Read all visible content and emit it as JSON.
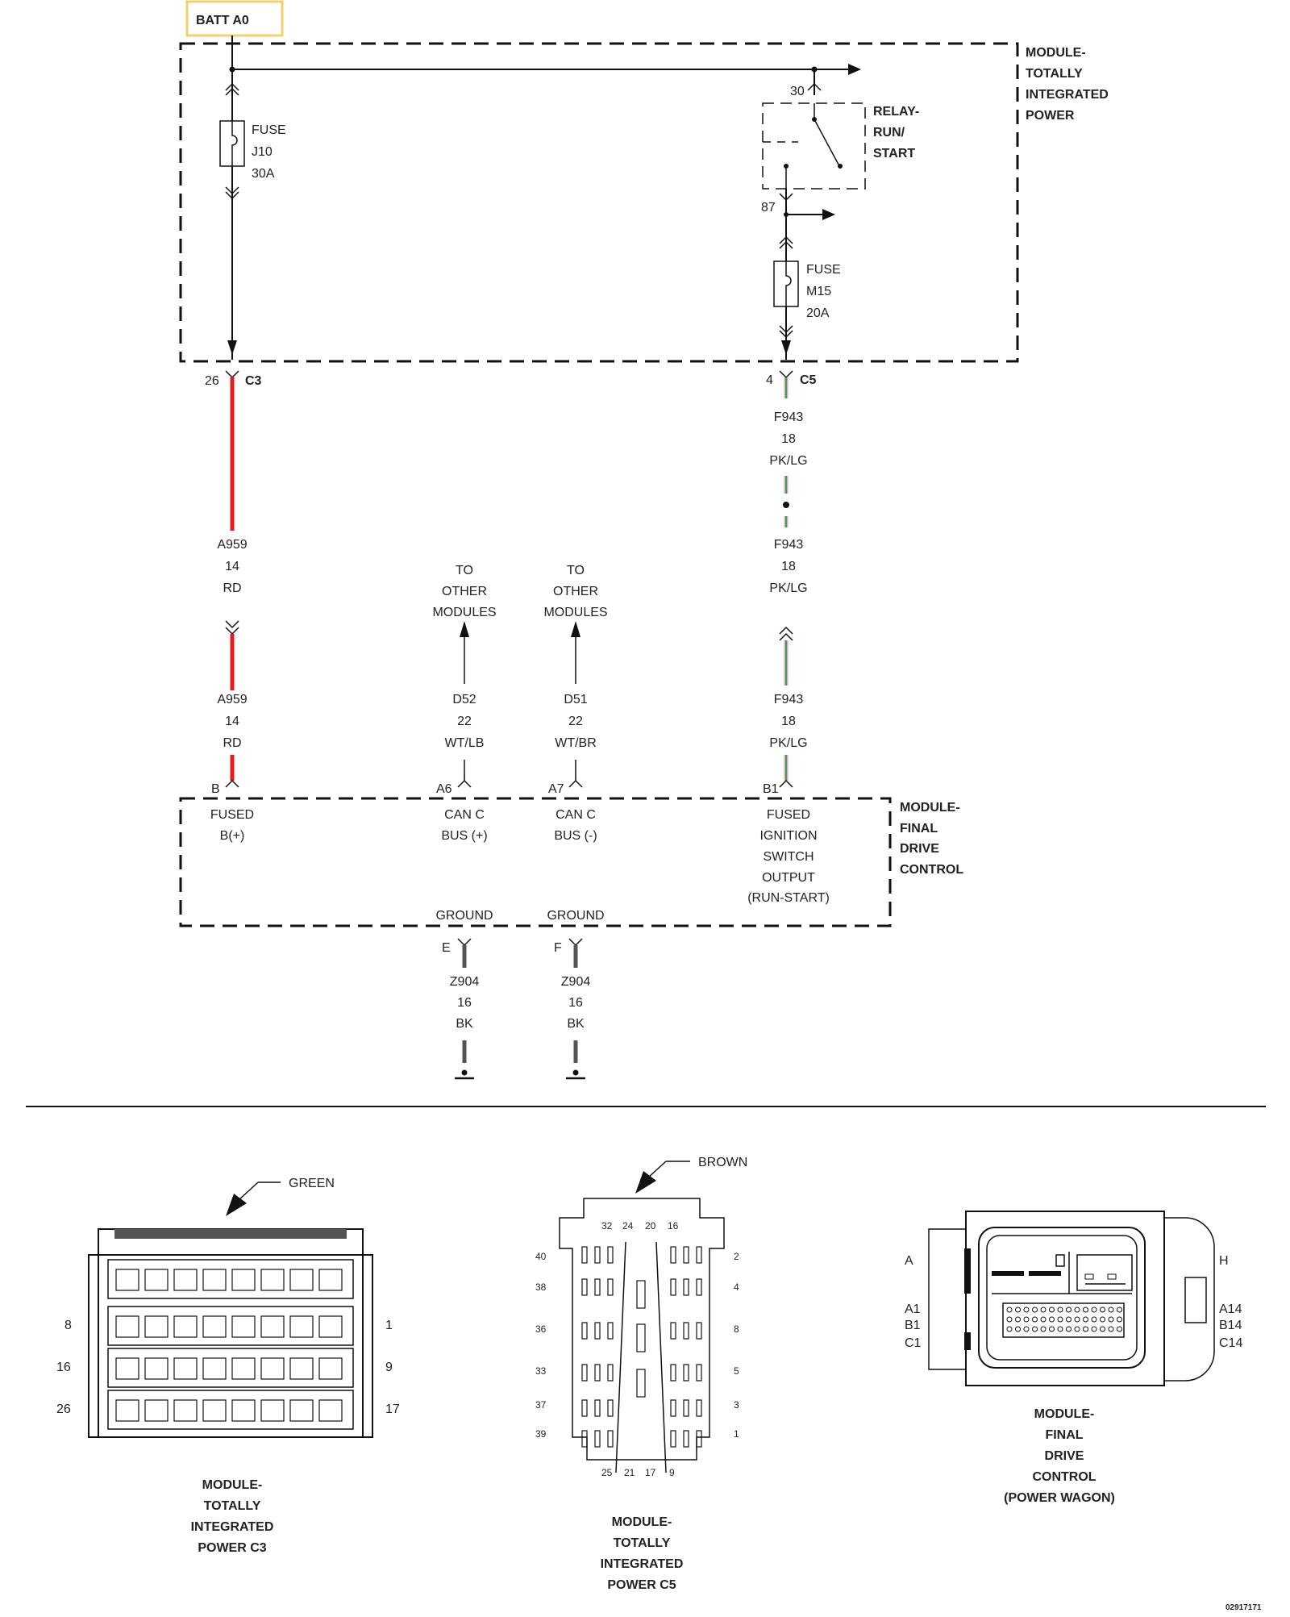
{
  "batt_label": "BATT A0",
  "colors": {
    "red_wire": "#e41c1c",
    "green_wire": "#2fa84f",
    "pink_wire": "#f2a0b4",
    "black_wire": "#555555",
    "batt_border": "#f0d070"
  },
  "modules": {
    "tip": [
      "MODULE-",
      "TOTALLY",
      "INTEGRATED",
      "POWER"
    ],
    "fdc": [
      "MODULE-",
      "FINAL",
      "DRIVE",
      "CONTROL"
    ]
  },
  "relay": {
    "label": [
      "RELAY-",
      "RUN/",
      "START"
    ],
    "pin_in": "30",
    "pin_out": "87"
  },
  "fuse_j10": [
    "FUSE",
    "J10",
    "30A"
  ],
  "fuse_m15": [
    "FUSE",
    "M15",
    "20A"
  ],
  "connectors": {
    "c3": {
      "pin": "26",
      "name": "C3"
    },
    "c5": {
      "pin": "4",
      "name": "C5"
    }
  },
  "wires": {
    "a959_top": [
      "A959",
      "14",
      "RD"
    ],
    "a959_bot": [
      "A959",
      "14",
      "RD"
    ],
    "f943_1": [
      "F943",
      "18",
      "PK/LG"
    ],
    "f943_2": [
      "F943",
      "18",
      "PK/LG"
    ],
    "f943_3": [
      "F943",
      "18",
      "PK/LG"
    ],
    "d52": [
      "D52",
      "22",
      "WT/LB"
    ],
    "d51": [
      "D51",
      "22",
      "WT/BR"
    ],
    "z904_e": [
      "Z904",
      "16",
      "BK"
    ],
    "z904_f": [
      "Z904",
      "16",
      "BK"
    ]
  },
  "to_other": [
    "TO",
    "OTHER",
    "MODULES"
  ],
  "fdc_pins": [
    {
      "pin": "B",
      "lines": [
        "FUSED",
        "B(+)"
      ]
    },
    {
      "pin": "A6",
      "lines": [
        "CAN C",
        "BUS (+)"
      ]
    },
    {
      "pin": "A7",
      "lines": [
        "CAN C",
        "BUS (-)"
      ]
    },
    {
      "pin": "B1",
      "lines": [
        "FUSED",
        "IGNITION",
        "SWITCH",
        "OUTPUT",
        "(RUN-START)"
      ]
    }
  ],
  "grounds": [
    {
      "label": "GROUND",
      "pin": "E"
    },
    {
      "label": "GROUND",
      "pin": "F"
    }
  ],
  "views": {
    "c3": {
      "color": "GREEN",
      "pins_left": [
        "8",
        "16",
        "26"
      ],
      "pins_right": [
        "1",
        "9",
        "17"
      ],
      "caption": [
        "MODULE-",
        "TOTALLY",
        "INTEGRATED",
        "POWER C3"
      ]
    },
    "c5": {
      "color": "BROWN",
      "pins_top": [
        "32",
        "24",
        "20",
        "16"
      ],
      "pins_bottom": [
        "25",
        "21",
        "17",
        "9"
      ],
      "pins_left": [
        "40",
        "38",
        "36",
        "33",
        "37",
        "39"
      ],
      "pins_right": [
        "2",
        "4",
        "8",
        "5",
        "3",
        "1"
      ],
      "caption": [
        "MODULE-",
        "TOTALLY",
        "INTEGRATED",
        "POWER C5"
      ]
    },
    "fdc": {
      "left": [
        "A",
        "A1",
        "B1",
        "C1"
      ],
      "right": [
        "H",
        "A14",
        "B14",
        "C14"
      ],
      "caption": [
        "MODULE-",
        "FINAL",
        "DRIVE",
        "CONTROL",
        "(POWER WAGON)"
      ]
    }
  },
  "doc_id": "02917171"
}
